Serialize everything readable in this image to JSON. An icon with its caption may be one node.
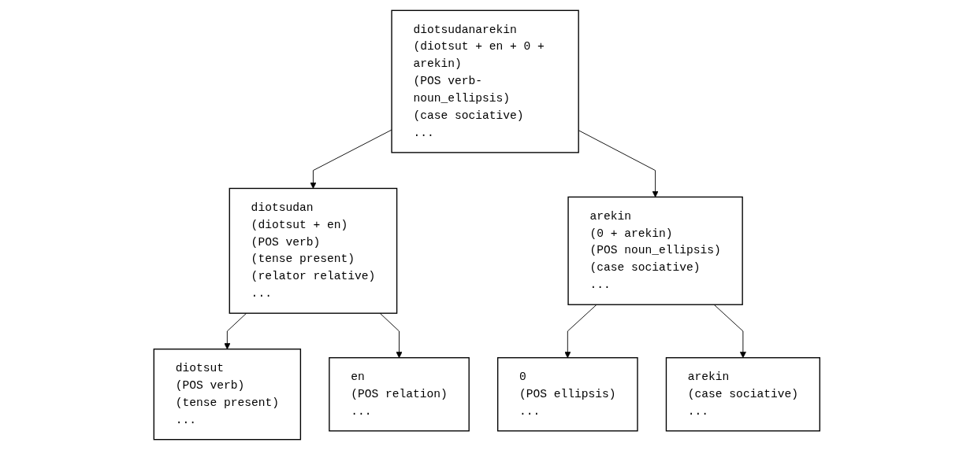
{
  "diagram": {
    "nodes": [
      {
        "text": [
          "diotsudanarekin",
          "(diotsut + en + 0 + arekin)",
          "(POS verb-noun_ellipsis)",
          "(case sociative)",
          "..."
        ]
      },
      {
        "text": [
          "diotsudan",
          "(diotsut + en)",
          "(POS verb)",
          "(tense present)",
          "(relator relative)",
          "..."
        ]
      },
      {
        "text": [
          "arekin",
          "(0 + arekin)",
          "(POS noun_ellipsis)",
          "(case sociative)",
          "..."
        ]
      },
      {
        "text": [
          "diotsut",
          "(POS verb)",
          "(tense present)",
          "..."
        ]
      },
      {
        "text": [
          "en",
          "(POS relation)",
          "..."
        ]
      },
      {
        "text": [
          "0",
          "(POS ellipsis)",
          "..."
        ]
      },
      {
        "text": [
          "arekin",
          "(case sociative)",
          "..."
        ]
      }
    ],
    "edges": [
      {
        "from": 0,
        "to": 1,
        "arrow": "to"
      },
      {
        "from": 0,
        "to": 2,
        "arrow": "to"
      },
      {
        "from": 1,
        "to": 3,
        "arrow": "to"
      },
      {
        "from": 1,
        "to": 4,
        "arrow": "to"
      },
      {
        "from": 2,
        "to": 5,
        "arrow": "to"
      },
      {
        "from": 2,
        "to": 6,
        "arrow": "to"
      }
    ]
  }
}
